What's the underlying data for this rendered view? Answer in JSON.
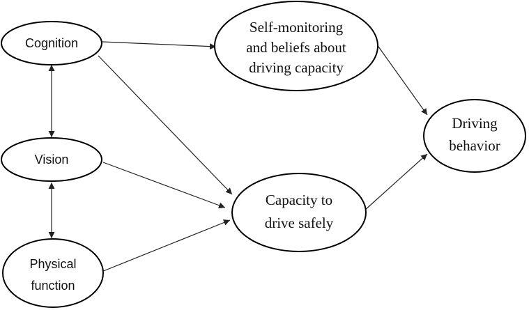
{
  "diagram": {
    "nodes": {
      "cognition": {
        "lines": [
          "Cognition"
        ]
      },
      "vision": {
        "lines": [
          "Vision"
        ]
      },
      "physical": {
        "lines": [
          "Physical",
          "function"
        ]
      },
      "self_monitoring": {
        "lines": [
          "Self-monitoring",
          "and beliefs about",
          "driving capacity"
        ]
      },
      "capacity": {
        "lines": [
          "Capacity to",
          "drive safely"
        ]
      },
      "driving_behavior": {
        "lines": [
          "Driving",
          "behavior"
        ]
      }
    },
    "edges": [
      {
        "from": "cognition",
        "to": "self_monitoring",
        "direction": "forward"
      },
      {
        "from": "cognition",
        "to": "capacity",
        "direction": "forward"
      },
      {
        "from": "vision",
        "to": "capacity",
        "direction": "forward"
      },
      {
        "from": "physical",
        "to": "capacity",
        "direction": "forward"
      },
      {
        "from": "self_monitoring",
        "to": "driving_behavior",
        "direction": "forward"
      },
      {
        "from": "capacity",
        "to": "driving_behavior",
        "direction": "forward"
      },
      {
        "from": "cognition",
        "to": "vision",
        "direction": "both"
      },
      {
        "from": "vision",
        "to": "physical",
        "direction": "both"
      }
    ],
    "colors": {
      "stroke": "#000000",
      "fill": "#ffffff",
      "text": "#111111"
    }
  }
}
